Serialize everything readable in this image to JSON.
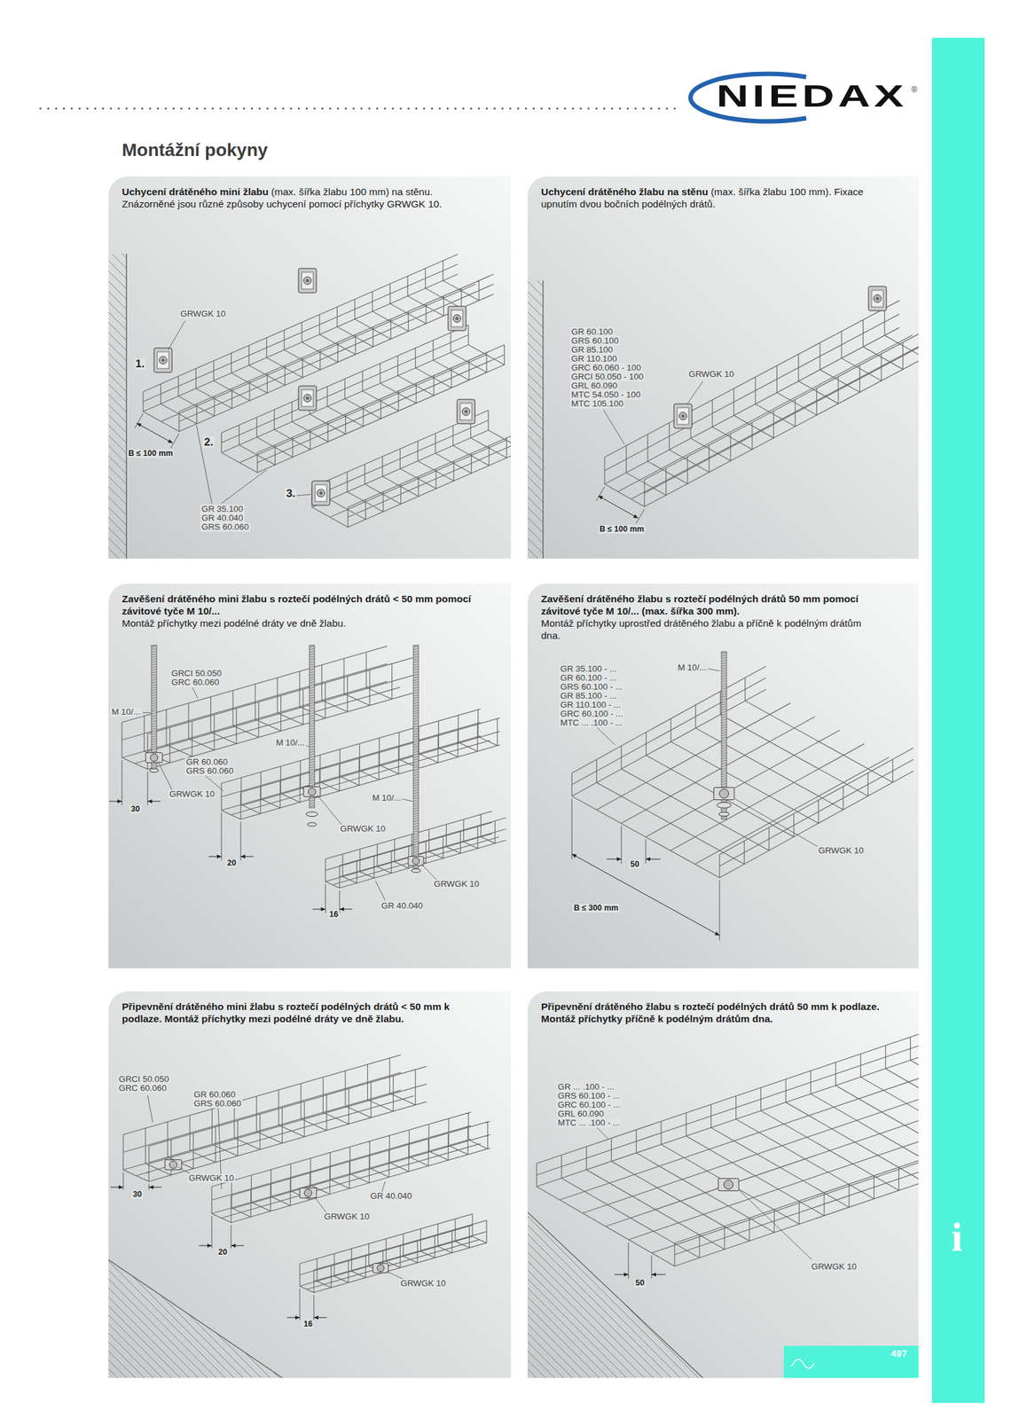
{
  "diagram": {
    "title": "Montážní pokyny",
    "nodes": [
      {
        "text": [
          "Uchycení drátěného mini žlabu",
          "(max. šířka žlabu 100 mm) na stěnu. Znázorněné jsou různé způsoby uchycení pomocí příchytky GRWGK 10."
        ]
      },
      {
        "text": [
          "Uchycení drátěného žlabu na stěnu",
          "(max. šířka žlabu 100 mm). Fixace upnutím dvou bočních podélných drátů."
        ]
      },
      {
        "text": [
          "Zavěšení drátěného mini žlabu s roztečí podélných drátů < 50 mm pomocí závitové tyče M 10/...",
          "Montáž příchytky mezi podélné dráty ve dně žlabu."
        ]
      },
      {
        "text": [
          "Zavěšení drátěného žlabu s roztečí podélných drátů 50 mm pomocí závitové tyče M 10/... (max. šířka 300 mm).",
          "Montáž příchytky uprostřed drátěného žlabu a příčně k podélným drátům dna."
        ]
      },
      {
        "text": [
          "Připevnění drátěného mini žlabu s roztečí podélných drátů < 50 mm k podlaze. Montáž příchytky mezi podélné dráty ve dně žlabu."
        ]
      },
      {
        "text": [
          "Připevnění drátěného žlabu s roztečí podélných drátů 50 mm k podlaze. Montáž příchytky příčně k podélným drátům dna."
        ]
      }
    ],
    "labels": [
      "NIEDAX",
      "®",
      "GRWGK 10",
      "1.",
      "2.",
      "3.",
      "B ≤ 100 mm",
      "GR 35.100",
      "GR 40.040",
      "GRS 60.060",
      "GR 60.100",
      "GRS 60.100",
      "GR 85.100",
      "GR 110.100",
      "GRC 60.060 - 100",
      "GRCI 50.050 - 100",
      "GRL 60.090",
      "MTC 54.050 - 100",
      "MTC 105.100",
      "GRWGK 10",
      "B ≤ 100 mm",
      "GRCI 50.050",
      "GRC 60.060",
      "M 10/...",
      "M 10/...",
      "GR 60.060",
      "GRS 60.060",
      "GRWGK 10",
      "30",
      "M 10/...",
      "GRWGK 10",
      "20",
      "GRWGK 10",
      "16",
      "GR 40.040",
      "GR 35.100 - ...",
      "GR 60.100 - ...",
      "GRS 60.100 - ...",
      "GR 85.100 - ...",
      "GR 110.100 - ...",
      "GRC 60.100 - ...",
      "MTC ... .100 - ...",
      "M 10/...",
      "GRWGK 10",
      "50",
      "B ≤ 300 mm",
      "GRCI 50.050",
      "GRC 60.060",
      "GR 60.060",
      "GRS 60.060",
      "GRWGK 10",
      "30",
      "GR 40.040",
      "GRWGK 10",
      "20",
      "GRWGK 10",
      "16",
      "GR ... .100 - ...",
      "GRS 60.100 - ...",
      "GRC 60.100 - ...",
      "GRL 60.090",
      "MTC ... .100 - ...",
      "GRWGK 10",
      "50",
      "497",
      "i"
    ]
  }
}
